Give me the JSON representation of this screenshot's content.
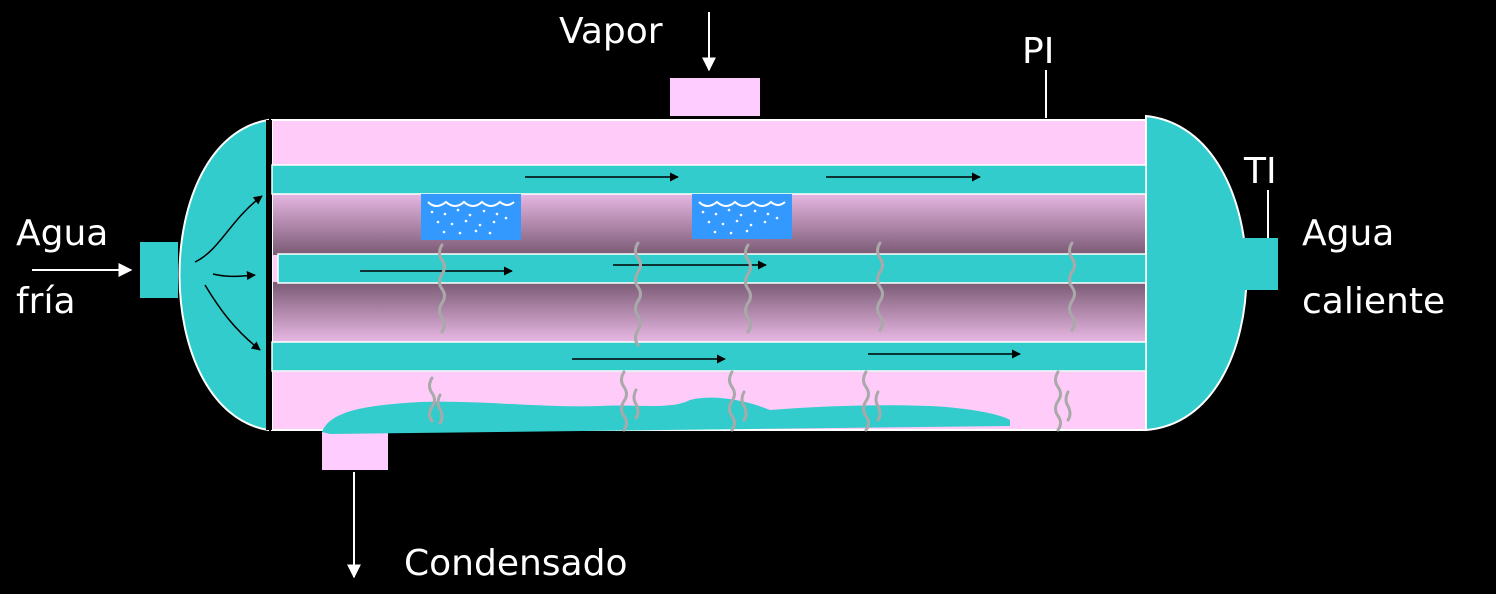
{
  "labels": {
    "vapor": "Vapor",
    "pi": "PI",
    "ti": "TI",
    "agua_fria_line1": "Agua",
    "agua_fria_line2": "fría",
    "agua_caliente_line1": "Agua",
    "agua_caliente_line2": "caliente",
    "condensado": "Condensado"
  },
  "colors": {
    "background": "#000000",
    "shell": "#ffccf9",
    "shell_dark": "#7a5a78",
    "tube": "#33cccc",
    "nozzle": "#ffccff",
    "drop_box": "#3399ff",
    "text": "#ffffff"
  }
}
